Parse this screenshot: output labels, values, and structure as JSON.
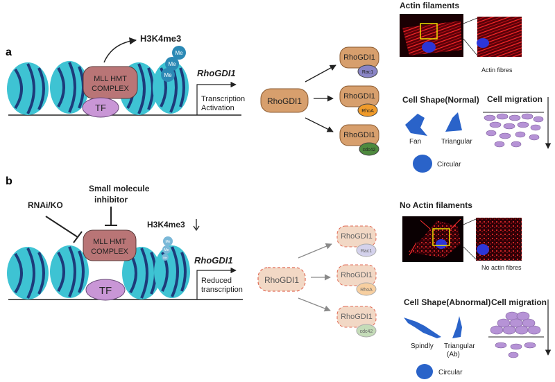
{
  "panel_a": {
    "label": "a",
    "mark": "H3K4me3",
    "me_labels": [
      "Me",
      "Me",
      "Me"
    ],
    "complex": [
      "MLL HMT",
      "COMPLEX"
    ],
    "tf": "TF",
    "gene": "RhoGDI1",
    "outcome": [
      "Transcription",
      "Activation"
    ],
    "rhogdi_center": "RhoGDI1",
    "bound": [
      {
        "name": "RhoGDI1",
        "partner": "Rac1"
      },
      {
        "name": "RhoGDI1",
        "partner": "RhoA"
      },
      {
        "name": "RhoGDI1",
        "partner": "cdc42"
      }
    ],
    "actin_title": "Actin filaments",
    "actin_caption": "Actin fibres",
    "shape_title": "Cell Shape(Normal)",
    "shapes": [
      "Fan",
      "Triangular",
      "Circular"
    ],
    "migration_title": "Cell migration"
  },
  "panel_b": {
    "label": "b",
    "rnai": "RNAi/KO",
    "inhibitor": [
      "Small molecule",
      "inhibitor"
    ],
    "mark": "H3K4me3",
    "me_labels": [
      "Me",
      "Me",
      "Me"
    ],
    "complex": [
      "MLL HMT",
      "COMPLEX"
    ],
    "tf": "TF",
    "gene": "RhoGDI1",
    "outcome": [
      "Reduced",
      "transcription"
    ],
    "rhogdi_center": "RhoGDI1",
    "bound": [
      {
        "name": "RhoGDI1",
        "partner": "Rac1"
      },
      {
        "name": "RhoGDI1",
        "partner": "RhoA"
      },
      {
        "name": "RhoGDI1",
        "partner": "cdc42"
      }
    ],
    "actin_title": "No Actin filaments",
    "actin_caption": "No actin fibres",
    "shape_title": "Cell Shape(Abnormal)",
    "shapes": [
      "Spindly",
      "Triangular",
      "(Ab)",
      "Circular"
    ],
    "migration_title": "Cell migration"
  },
  "colors": {
    "nucleosome": "#3ec3d3",
    "nucleosome_dark": "#1d7f8e",
    "complex": "#b97576",
    "tf": "#c996d6",
    "me": "#2b89b5",
    "rhogdi": "#d79f6d",
    "rhogdi_faded": "#f2d8c5",
    "rac1": "#8a85c6",
    "rhoa": "#f09b2a",
    "cdc42": "#4e8a3e",
    "cell": "#2a63c9",
    "migration_cell": "#b693d6",
    "actin_red": "#e0202b",
    "nucleus_blue": "#2c36d8"
  }
}
